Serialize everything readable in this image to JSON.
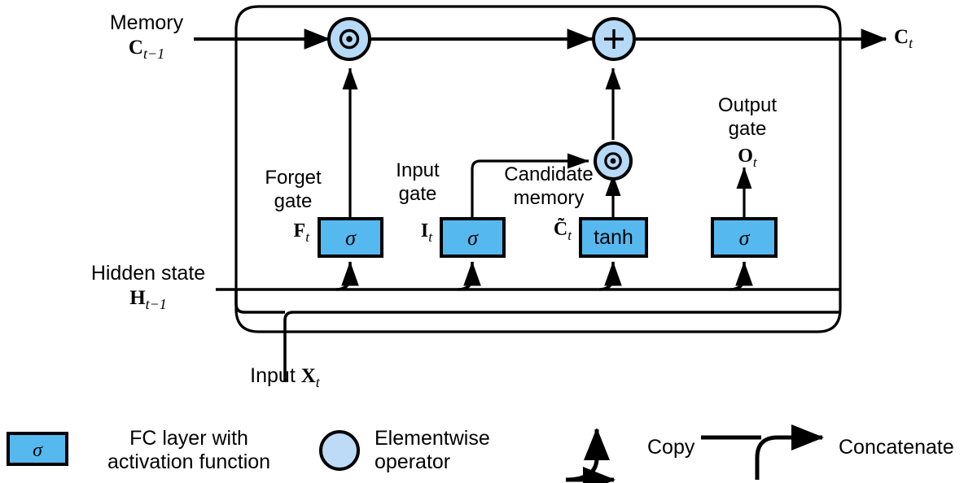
{
  "diagram": {
    "title": "LSTM cell computational graph",
    "colors": {
      "box_fill": "#55b9f0",
      "circle_fill": "#b5d9f6",
      "stroke": "#000000",
      "background": "#ffffff"
    },
    "labels": {
      "memory_name": "Memory",
      "memory_sym": "C",
      "memory_sub": "t−1",
      "memory_out_sym": "C",
      "memory_out_sub": "t",
      "hidden_name": "Hidden state",
      "hidden_sym": "H",
      "hidden_sub": "t−1",
      "input_name": "Input",
      "input_sym": "X",
      "input_sub": "t",
      "forget_name_l1": "Forget",
      "forget_name_l2": "gate",
      "forget_sym": "F",
      "forget_sub": "t",
      "inputgate_name_l1": "Input",
      "inputgate_name_l2": "gate",
      "inputgate_sym": "I",
      "inputgate_sub": "t",
      "candidate_name_l1": "Candidate",
      "candidate_name_l2": "memory",
      "candidate_sym": "C̃",
      "candidate_sub": "t",
      "output_name_l1": "Output",
      "output_name_l2": "gate",
      "output_sym": "O",
      "output_sub": "t"
    },
    "gates": [
      {
        "id": "forget-gate",
        "activation": "σ"
      },
      {
        "id": "input-gate",
        "activation": "σ"
      },
      {
        "id": "candidate-memory",
        "activation": "tanh"
      },
      {
        "id": "output-gate",
        "activation": "σ"
      }
    ],
    "operators": [
      {
        "id": "forget-multiply",
        "symbol": "⊙"
      },
      {
        "id": "memory-add",
        "symbol": "+"
      },
      {
        "id": "candidate-multiply",
        "symbol": "⊙"
      }
    ]
  },
  "legend": {
    "items": [
      {
        "id": "fc-layer",
        "icon": "sigma-box-icon",
        "icon_text": "σ",
        "line1": "FC layer with",
        "line2": "activation function"
      },
      {
        "id": "elementwise",
        "icon": "circle-icon",
        "line1": "Elementwise",
        "line2": "operator"
      },
      {
        "id": "copy",
        "icon": "copy-arrow-icon",
        "line1": "Copy",
        "line2": ""
      },
      {
        "id": "concatenate",
        "icon": "concatenate-arrow-icon",
        "line1": "Concatenate",
        "line2": ""
      }
    ]
  }
}
